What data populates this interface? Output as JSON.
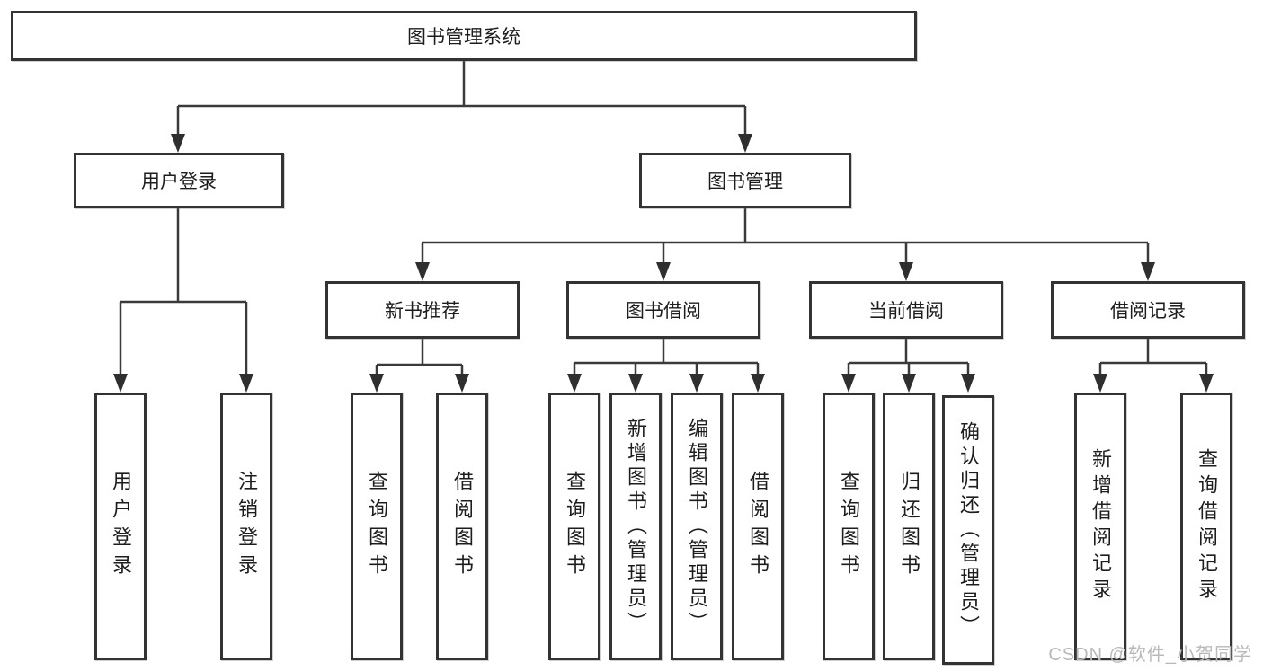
{
  "diagram": {
    "root": "图书管理系统",
    "level2": [
      "用户登录",
      "图书管理"
    ],
    "level3": [
      "新书推荐",
      "图书借阅",
      "当前借阅",
      "借阅记录"
    ],
    "leaves": {
      "user_login": [
        "用户登录",
        "注销登录"
      ],
      "new_book": [
        "查询图书",
        "借阅图书"
      ],
      "book_borrow": [
        "查询图书",
        "新增图书（管理员）",
        "编辑图书（管理员）",
        "借阅图书"
      ],
      "current_borrow": [
        "查询图书",
        "归还图书",
        "确认归还（管理员）"
      ],
      "records": [
        "新增借阅记录",
        "查询借阅记录"
      ]
    }
  },
  "watermark": "CSDN @软件_小贺同学",
  "colors": {
    "line": "#3a3a3a",
    "arrow": "#2f2f2f",
    "border": "#333333",
    "watermark": "#b9b9b9"
  }
}
